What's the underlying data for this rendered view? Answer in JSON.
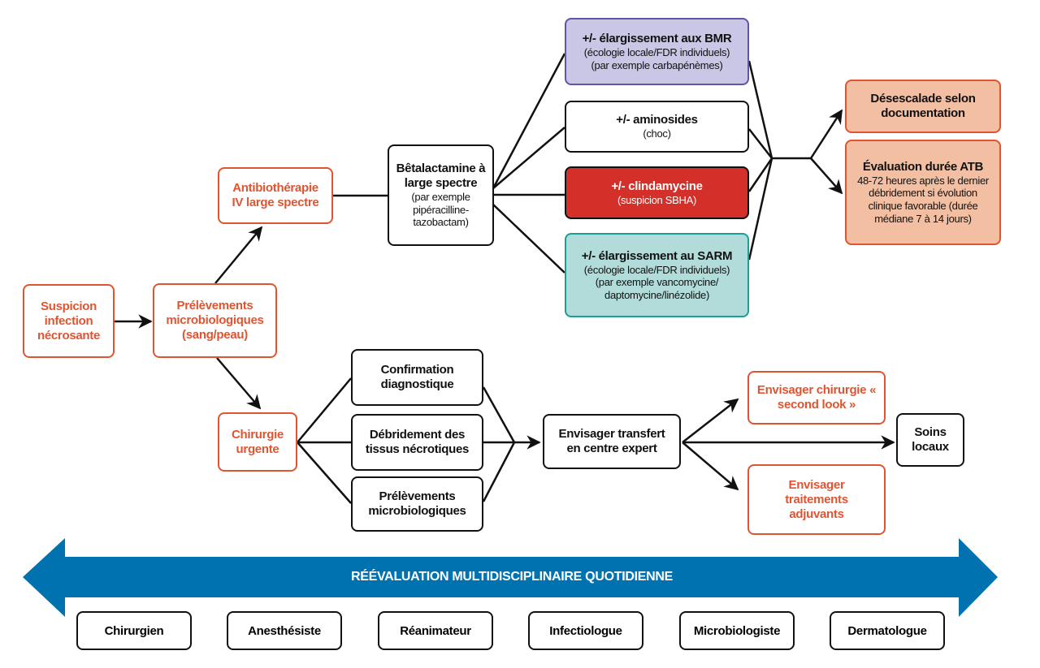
{
  "colors": {
    "orange_accent": "#df5531",
    "salmon_fill": "#f2bfa3",
    "purple_fill": "#c9c6e6",
    "purple_border": "#5e56a8",
    "red_fill": "#d42f28",
    "teal_fill": "#b2dcda",
    "teal_border": "#1c9d98",
    "banner_blue": "#0072b0"
  },
  "nodes": {
    "suspicion": {
      "title": "Suspicion infection nécrosante"
    },
    "prelevements": {
      "title": "Prélèvements microbiologiques (sang/peau)"
    },
    "antibiotherapie": {
      "title": "Antibiothérapie IV large spectre"
    },
    "betalactamine": {
      "title": "Bêtalactamine à large spectre",
      "subtitle": "(par exemple pipéracilline-tazobactam)"
    },
    "bmr": {
      "title": "+/- élargissement aux BMR",
      "subtitle1": "(écologie locale/FDR individuels)",
      "subtitle2": "(par exemple carbapénèmes)"
    },
    "aminosides": {
      "title": "+/- aminosides",
      "subtitle": "(choc)"
    },
    "clindamycine": {
      "title": "+/- clindamycine",
      "subtitle": "(suspicion SBHA)"
    },
    "sarm": {
      "title": "+/- élargissement au SARM",
      "subtitle1": "(écologie locale/FDR individuels)",
      "subtitle2": "(par exemple vancomycine/ daptomycine/linézolide)"
    },
    "desescalade": {
      "title": "Désescalade selon documentation"
    },
    "evaluation": {
      "title": "Évaluation durée ATB",
      "subtitle": "48-72 heures après le dernier débridement si évolution clinique favorable (durée médiane 7 à 14 jours)"
    },
    "chirurgie": {
      "title": "Chirurgie urgente"
    },
    "confirmation": {
      "title": "Confirmation diagnostique"
    },
    "debridement": {
      "title": "Débridement des tissus nécrotiques"
    },
    "prelevements2": {
      "title": "Prélèvements microbiologiques"
    },
    "transfert": {
      "title": "Envisager transfert en centre expert"
    },
    "second_look": {
      "title": "Envisager chirurgie « second look »"
    },
    "adjuvants": {
      "title": "Envisager traitements adjuvants"
    },
    "soins": {
      "title": "Soins locaux"
    }
  },
  "banner": {
    "label": "RÉÉVALUATION MULTIDISCIPLINAIRE QUOTIDIENNE"
  },
  "roles": [
    "Chirurgien",
    "Anesthésiste",
    "Réanimateur",
    "Infectiologue",
    "Microbiologiste",
    "Dermatologue"
  ]
}
